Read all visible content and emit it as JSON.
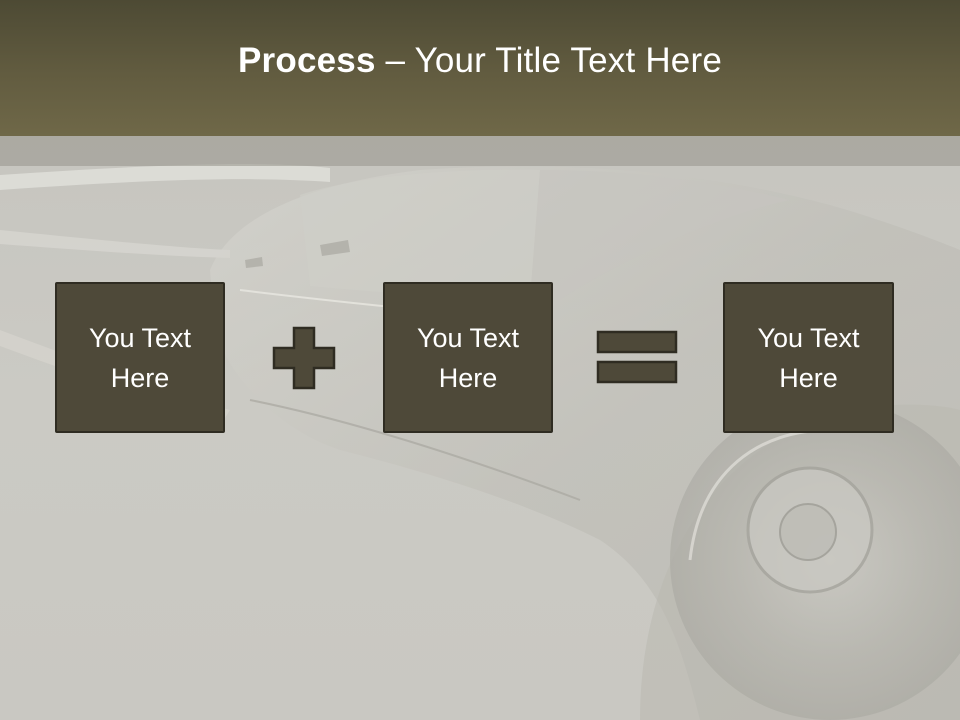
{
  "slide": {
    "title_bold": "Process",
    "title_rest": " – Your Title Text Here"
  },
  "process": {
    "boxes": [
      {
        "line1": "You Text",
        "line2": "Here"
      },
      {
        "line1": "You Text",
        "line2": "Here"
      },
      {
        "line1": "You Text",
        "line2": "Here"
      }
    ],
    "operators": [
      "plus-icon",
      "equals-icon"
    ]
  },
  "colors": {
    "title_bar": "#625c40",
    "box_fill": "#4e4939",
    "box_border": "#2f2c22",
    "background": "#c8c7c1"
  }
}
